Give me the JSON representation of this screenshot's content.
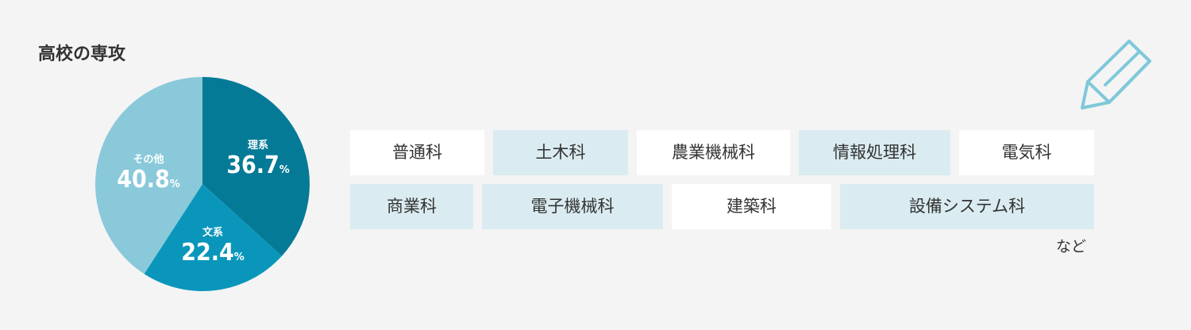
{
  "title": "高校の専攻",
  "chart_data": {
    "type": "pie",
    "title": "高校の専攻",
    "unit": "%",
    "slices": [
      {
        "label": "理系",
        "value": 36.7,
        "color": "#047a97"
      },
      {
        "label": "文系",
        "value": 22.4,
        "color": "#0a96bb"
      },
      {
        "label": "その他",
        "value": 40.8,
        "color": "#89c9da"
      }
    ]
  },
  "tags": [
    "普通科",
    "土木科",
    "農業機械科",
    "情報処理科",
    "電気科",
    "商業科",
    "電子機械科",
    "建築科",
    "設備システム科"
  ],
  "etc": "など",
  "icons": {
    "pencil": "pencil-icon",
    "color": "#7ec8da"
  }
}
